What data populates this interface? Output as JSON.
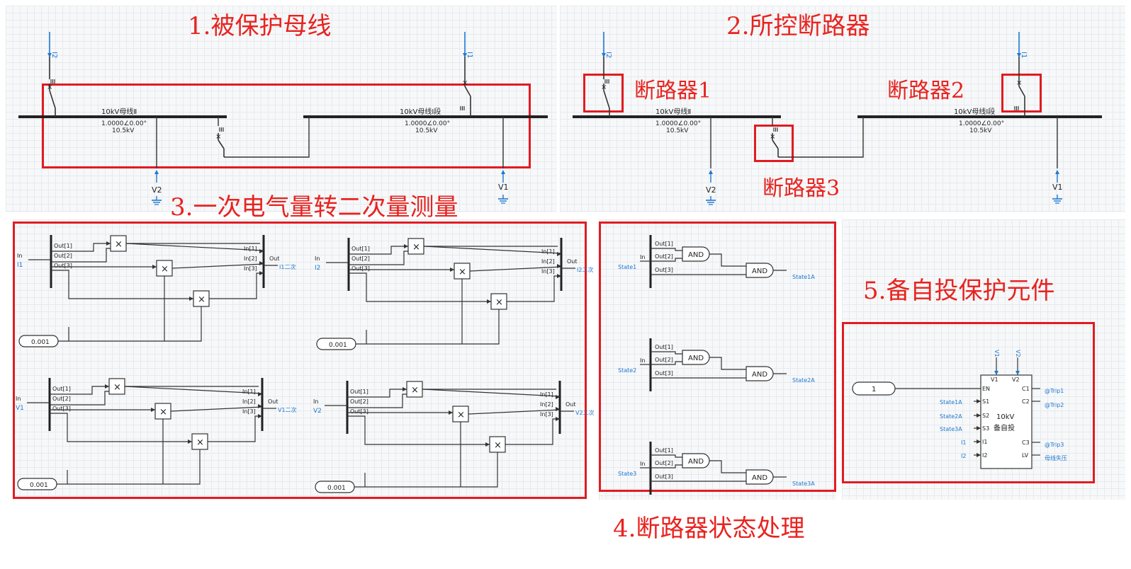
{
  "sections": {
    "s1": "1.被保护母线",
    "s2": "2.所控断路器",
    "s3": "3.一次电气量转二次量测量",
    "s4": "4.断路器状态处理",
    "s5": "5.备自投保护元件"
  },
  "breaker_labels": {
    "cb1": "断路器1",
    "cb2": "断路器2",
    "cb3": "断路器3"
  },
  "bus": {
    "bus2_name": "10kV母线Ⅱ",
    "bus1_name": "10kV母线Ⅰ段",
    "voltage": "1.0000∠0.00°",
    "kv": "10.5kV",
    "v2": "V2",
    "v1": "V1",
    "i2": "I2",
    "i1": "I1"
  },
  "measure": {
    "out1": "Out[1]",
    "out2": "Out[2]",
    "out3": "Out[3]",
    "in1": "In[1]",
    "in2": "In[2]",
    "in3": "In[3]",
    "in": "In",
    "out": "Out",
    "mult": "×",
    "const": "0.001",
    "blocks": [
      {
        "input": "I1",
        "output": "I1二次"
      },
      {
        "input": "I2",
        "output": "I2二次"
      },
      {
        "input": "V1",
        "output": "V1二次"
      },
      {
        "input": "V2",
        "output": "V2二次"
      }
    ]
  },
  "state": {
    "gate": "AND",
    "blocks": [
      {
        "input": "State1",
        "output": "State1A"
      },
      {
        "input": "State2",
        "output": "State2A"
      },
      {
        "input": "State3",
        "output": "State3A"
      }
    ]
  },
  "protection": {
    "const_value": "1",
    "title_line1": "10kV",
    "title_line2": "备自投",
    "top_in1": "V1",
    "top_in2": "V2",
    "top_sig1": "V1",
    "top_sig2": "V2",
    "pins_left": [
      "EN",
      "S1",
      "S2",
      "S3",
      "I1",
      "I2"
    ],
    "pins_right": [
      "C1",
      "C2",
      "C3",
      "LV"
    ],
    "signals_left": [
      "State1A",
      "State2A",
      "State3A",
      "I1",
      "I2"
    ],
    "signals_right": [
      "@Trip1",
      "@Trip2",
      "@Trip3",
      "母线失压"
    ]
  },
  "colors": {
    "accent_red": "#e11b22",
    "signal_blue": "#1f78d1",
    "wire": "#333333"
  }
}
